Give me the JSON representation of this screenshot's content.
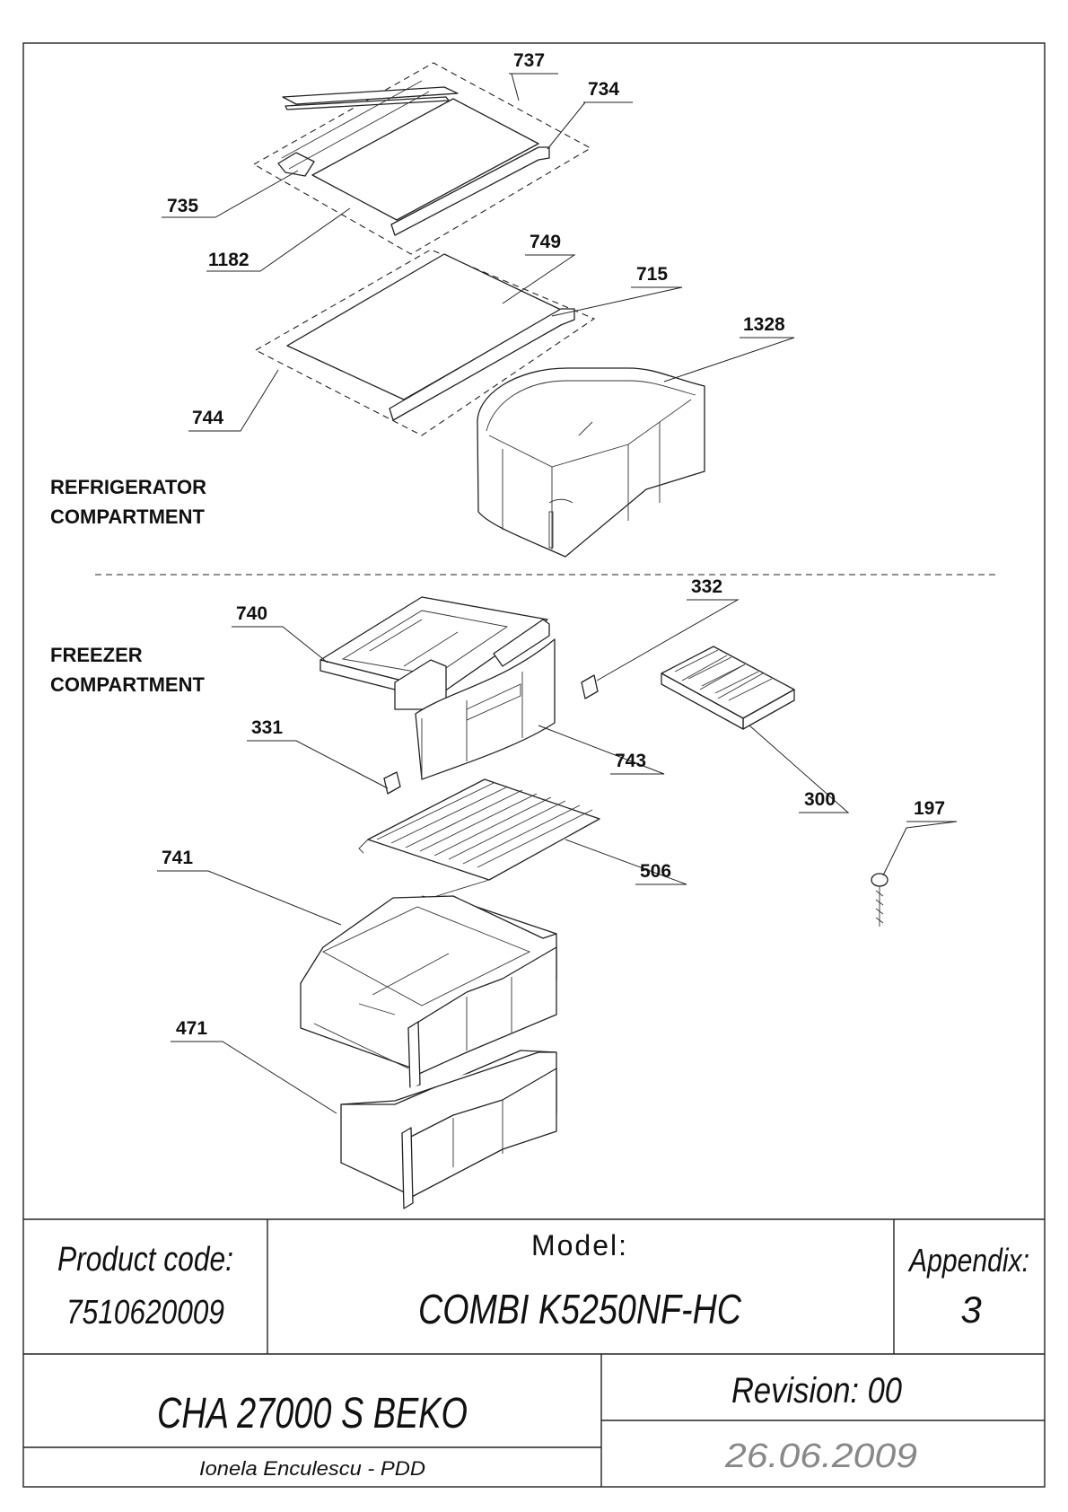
{
  "compartments": {
    "refrigerator_line1": "REFRIGERATOR",
    "refrigerator_line2": "COMPARTMENT",
    "freezer_line1": "FREEZER",
    "freezer_line2": "COMPARTMENT"
  },
  "parts": {
    "p737": "737",
    "p734": "734",
    "p735": "735",
    "p1182": "1182",
    "p749": "749",
    "p715": "715",
    "p1328": "1328",
    "p744": "744",
    "p740": "740",
    "p332": "332",
    "p331": "331",
    "p743": "743",
    "p300": "300",
    "p197": "197",
    "p741": "741",
    "p506": "506",
    "p471": "471"
  },
  "title_block": {
    "product_code_label": "Product code:",
    "product_code_value": "7510620009",
    "model_label": "Model:",
    "model_value": "COMBI K5250NF-HC",
    "appendix_label": "Appendix:",
    "appendix_value": "3",
    "chassis": "CHA 27000 S BEKO",
    "revision": "Revision: 00",
    "author": "Ionela Enculescu - PDD",
    "date": "26.06.2009"
  }
}
